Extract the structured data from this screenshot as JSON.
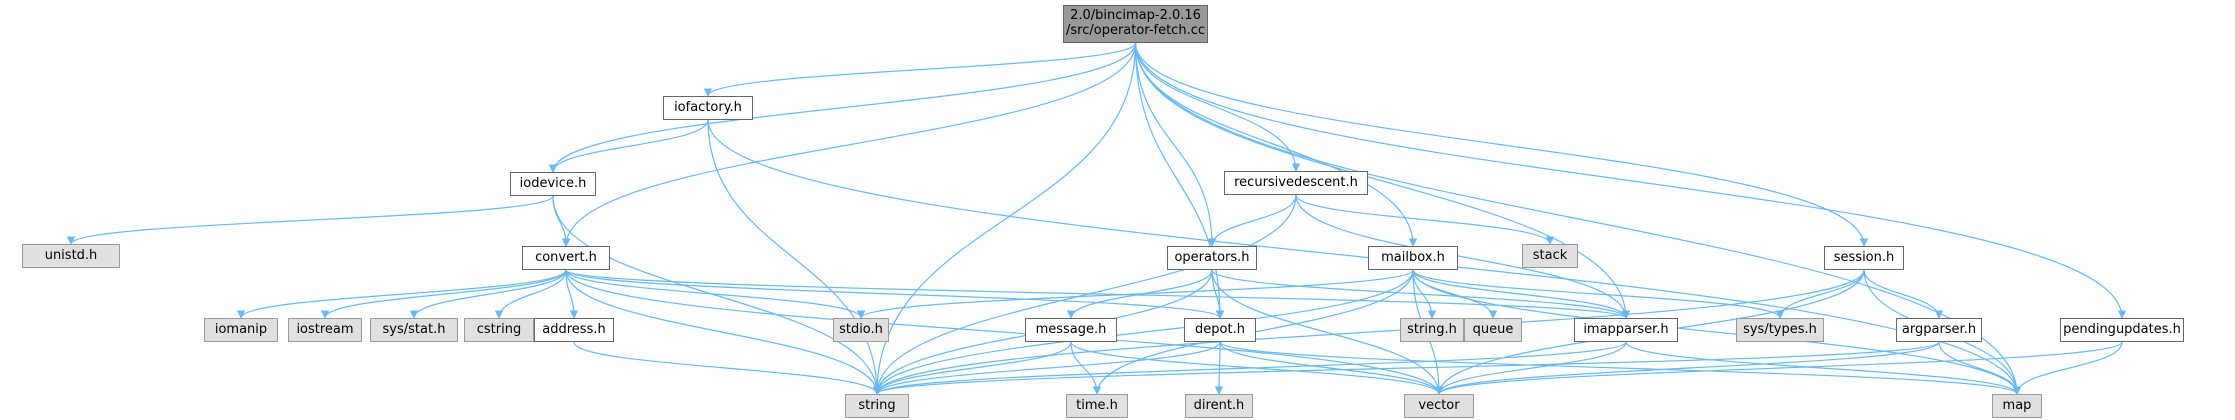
{
  "graph": {
    "edge_color": "#63b8ff",
    "nodes": {
      "root": {
        "lines": [
          "2.0/bincimap-2.0.16",
          "/src/operator-fetch.cc"
        ],
        "kind": "source"
      },
      "iofactory": {
        "lines": [
          "iofactory.h"
        ],
        "kind": "project"
      },
      "iodevice": {
        "lines": [
          "iodevice.h"
        ],
        "kind": "project"
      },
      "unistd": {
        "lines": [
          "unistd.h"
        ],
        "kind": "system"
      },
      "convert": {
        "lines": [
          "convert.h"
        ],
        "kind": "project"
      },
      "iomanip": {
        "lines": [
          "iomanip"
        ],
        "kind": "system"
      },
      "iostream": {
        "lines": [
          "iostream"
        ],
        "kind": "system"
      },
      "sysstat": {
        "lines": [
          "sys/stat.h"
        ],
        "kind": "system"
      },
      "cstring": {
        "lines": [
          "cstring"
        ],
        "kind": "system"
      },
      "address": {
        "lines": [
          "address.h"
        ],
        "kind": "project"
      },
      "stdio": {
        "lines": [
          "stdio.h"
        ],
        "kind": "system"
      },
      "string": {
        "lines": [
          "string"
        ],
        "kind": "system"
      },
      "recursivedescent": {
        "lines": [
          "recursivedescent.h"
        ],
        "kind": "project"
      },
      "operators": {
        "lines": [
          "operators.h"
        ],
        "kind": "project"
      },
      "stack": {
        "lines": [
          "stack"
        ],
        "kind": "system"
      },
      "message": {
        "lines": [
          "message.h"
        ],
        "kind": "project"
      },
      "depot": {
        "lines": [
          "depot.h"
        ],
        "kind": "project"
      },
      "timeh": {
        "lines": [
          "time.h"
        ],
        "kind": "system"
      },
      "dirent": {
        "lines": [
          "dirent.h"
        ],
        "kind": "system"
      },
      "mailbox": {
        "lines": [
          "mailbox.h"
        ],
        "kind": "project"
      },
      "stringh": {
        "lines": [
          "string.h"
        ],
        "kind": "system"
      },
      "queue": {
        "lines": [
          "queue"
        ],
        "kind": "system"
      },
      "vector": {
        "lines": [
          "vector"
        ],
        "kind": "system"
      },
      "imapparser": {
        "lines": [
          "imapparser.h"
        ],
        "kind": "project"
      },
      "systypes": {
        "lines": [
          "sys/types.h"
        ],
        "kind": "system"
      },
      "session": {
        "lines": [
          "session.h"
        ],
        "kind": "project"
      },
      "argparser": {
        "lines": [
          "argparser.h"
        ],
        "kind": "project"
      },
      "map": {
        "lines": [
          "map"
        ],
        "kind": "system"
      },
      "pendingupdates": {
        "lines": [
          "pendingupdates.h"
        ],
        "kind": "project"
      }
    },
    "edges": [
      [
        "root",
        "string"
      ],
      [
        "root",
        "iodevice"
      ],
      [
        "root",
        "convert"
      ],
      [
        "root",
        "iofactory"
      ],
      [
        "root",
        "operators"
      ],
      [
        "root",
        "depot"
      ],
      [
        "root",
        "recursivedescent"
      ],
      [
        "root",
        "mailbox"
      ],
      [
        "root",
        "imapparser"
      ],
      [
        "root",
        "session"
      ],
      [
        "root",
        "pendingupdates"
      ],
      [
        "root",
        "map"
      ],
      [
        "iofactory",
        "iodevice"
      ],
      [
        "iofactory",
        "string"
      ],
      [
        "iofactory",
        "map"
      ],
      [
        "iodevice",
        "unistd"
      ],
      [
        "iodevice",
        "convert"
      ],
      [
        "iodevice",
        "string"
      ],
      [
        "convert",
        "iomanip"
      ],
      [
        "convert",
        "iostream"
      ],
      [
        "convert",
        "sysstat"
      ],
      [
        "convert",
        "cstring"
      ],
      [
        "convert",
        "address"
      ],
      [
        "convert",
        "stdio"
      ],
      [
        "convert",
        "string"
      ],
      [
        "convert",
        "depot"
      ],
      [
        "convert",
        "imapparser"
      ],
      [
        "convert",
        "vector"
      ],
      [
        "address",
        "string"
      ],
      [
        "recursivedescent",
        "operators"
      ],
      [
        "recursivedescent",
        "stack"
      ],
      [
        "recursivedescent",
        "imapparser"
      ],
      [
        "recursivedescent",
        "string"
      ],
      [
        "operators",
        "message"
      ],
      [
        "operators",
        "depot"
      ],
      [
        "operators",
        "string"
      ],
      [
        "operators",
        "vector"
      ],
      [
        "operators",
        "imapparser"
      ],
      [
        "mailbox",
        "string"
      ],
      [
        "mailbox",
        "stringh"
      ],
      [
        "mailbox",
        "queue"
      ],
      [
        "mailbox",
        "vector"
      ],
      [
        "mailbox",
        "imapparser"
      ],
      [
        "mailbox",
        "systypes"
      ],
      [
        "mailbox",
        "timeh"
      ],
      [
        "mailbox",
        "map"
      ],
      [
        "mailbox",
        "stdio"
      ],
      [
        "message",
        "string"
      ],
      [
        "message",
        "timeh"
      ],
      [
        "message",
        "vector"
      ],
      [
        "depot",
        "string"
      ],
      [
        "depot",
        "dirent"
      ],
      [
        "depot",
        "vector"
      ],
      [
        "depot",
        "map"
      ],
      [
        "imapparser",
        "string"
      ],
      [
        "imapparser",
        "vector"
      ],
      [
        "imapparser",
        "map"
      ],
      [
        "session",
        "string"
      ],
      [
        "session",
        "systypes"
      ],
      [
        "session",
        "vector"
      ],
      [
        "session",
        "argparser"
      ],
      [
        "session",
        "map"
      ],
      [
        "argparser",
        "string"
      ],
      [
        "argparser",
        "vector"
      ],
      [
        "argparser",
        "map"
      ],
      [
        "pendingupdates",
        "vector"
      ],
      [
        "pendingupdates",
        "map"
      ]
    ]
  }
}
